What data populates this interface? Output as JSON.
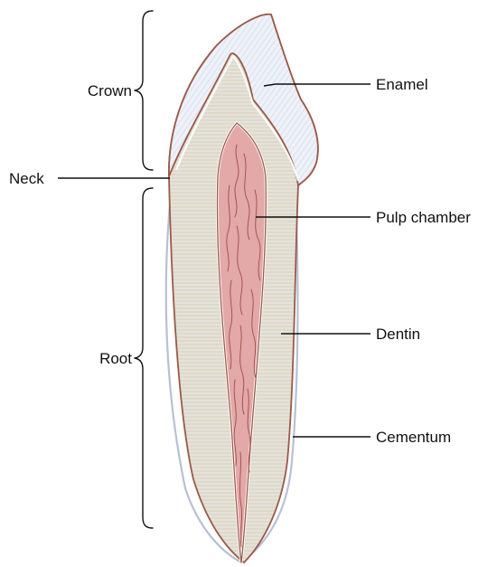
{
  "labels": {
    "crown": "Crown",
    "neck": "Neck",
    "root": "Root",
    "enamel": "Enamel",
    "pulp_chamber": "Pulp chamber",
    "dentin": "Dentin",
    "cementum": "Cementum"
  },
  "colors": {
    "enamel_fill": "#eef1f8",
    "enamel_lines": "#a9bde3",
    "dentin_fill": "#f2ecda",
    "dentin_lines": "#bdb6a6",
    "dentin_accent_lines": "#b7c3e3",
    "cementum_outline": "#b7c0d4",
    "tooth_outline": "#9a5a48",
    "pulp_fill": "#e3a8a8",
    "pulp_outline": "#9a5a48",
    "pulp_vessels": "#a14a4a",
    "label_text": "#111111"
  }
}
